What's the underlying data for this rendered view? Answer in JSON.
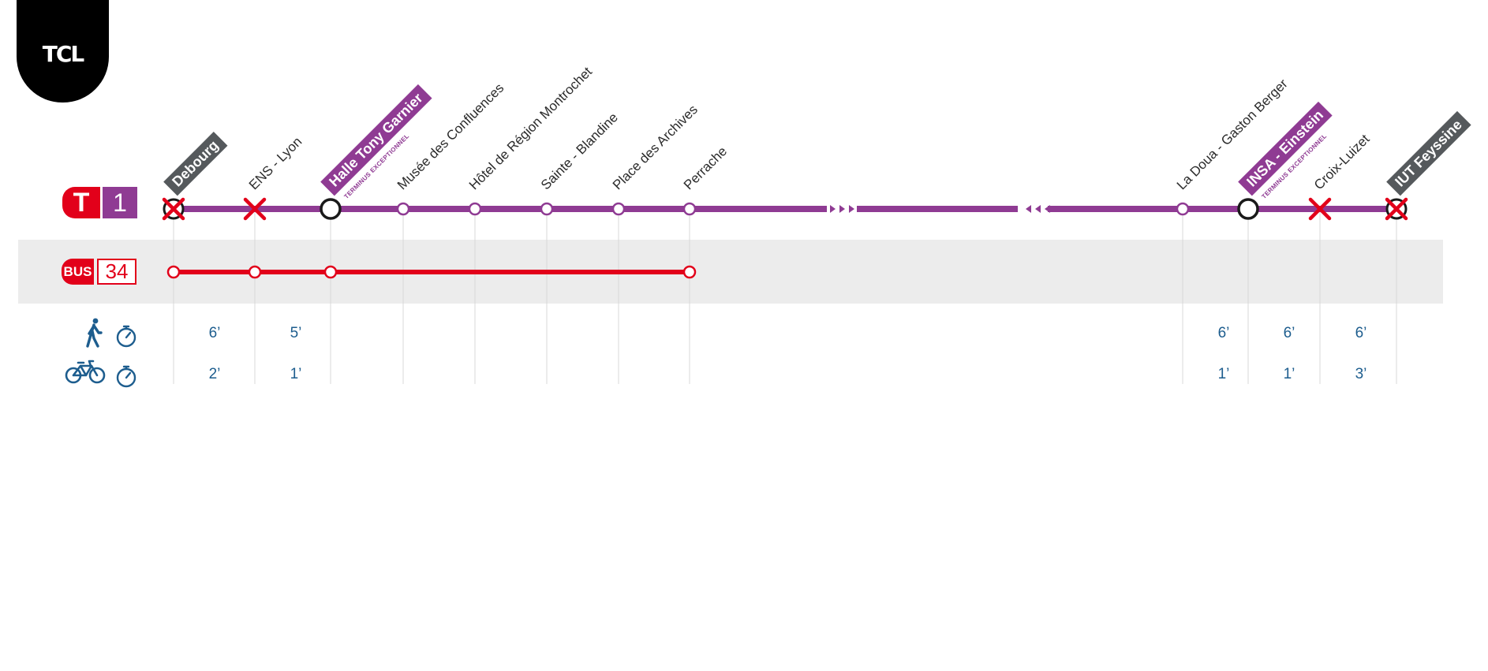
{
  "logo": {
    "text": "TCL"
  },
  "lines": {
    "tram": {
      "mode": "T",
      "number": "1",
      "mode_color": "#e2001a",
      "color": "#8f3b93"
    },
    "bus": {
      "mode": "BUS",
      "number": "34",
      "color": "#e2001a"
    }
  },
  "stations": [
    {
      "name": "Debourg",
      "style": "grey-box",
      "tram_stop": "cancelled-terminus",
      "bus_stop": true,
      "walk": "6’",
      "bike": "2’"
    },
    {
      "name": "ENS - Lyon",
      "style": "plain",
      "tram_stop": "cancelled",
      "bus_stop": true,
      "walk": "5’",
      "bike": "1’"
    },
    {
      "name": "Halle Tony Garnier",
      "subtitle": "TERMINUS EXCEPTIONNEL",
      "style": "purple-box",
      "tram_stop": "terminus",
      "bus_stop": true,
      "walk": "",
      "bike": ""
    },
    {
      "name": "Musée des Confluences",
      "style": "plain",
      "tram_stop": "stop",
      "bus_stop": false,
      "walk": "",
      "bike": ""
    },
    {
      "name": "Hôtel de Région Montrochet",
      "style": "plain",
      "tram_stop": "stop",
      "bus_stop": false,
      "walk": "",
      "bike": ""
    },
    {
      "name": "Sainte - Blandine",
      "style": "plain",
      "tram_stop": "stop",
      "bus_stop": false,
      "walk": "",
      "bike": ""
    },
    {
      "name": "Place des Archives",
      "style": "plain",
      "tram_stop": "stop",
      "bus_stop": false,
      "walk": "",
      "bike": ""
    },
    {
      "name": "Perrache",
      "style": "plain",
      "tram_stop": "stop",
      "bus_stop": true,
      "walk": "",
      "bike": ""
    },
    {
      "name": "La Doua - Gaston Berger",
      "style": "plain",
      "tram_stop": "stop",
      "bus_stop": false,
      "walk": "6’",
      "bike": "1’"
    },
    {
      "name": "INSA - Einstein",
      "subtitle": "TERMINUS EXCEPTIONNEL",
      "style": "purple-box",
      "tram_stop": "terminus",
      "bus_stop": false,
      "walk": "6’",
      "bike": "1’"
    },
    {
      "name": "Croix-Luizet",
      "style": "plain",
      "tram_stop": "cancelled",
      "bus_stop": false,
      "walk": "6’",
      "bike": "3’"
    },
    {
      "name": "IUT Feyssine",
      "style": "grey-box",
      "tram_stop": "cancelled-terminus",
      "bus_stop": false,
      "walk": "",
      "bike": ""
    }
  ],
  "icons": {
    "walk": "pedestrian-icon",
    "bike": "bicycle-icon",
    "timer": "stopwatch-icon"
  },
  "colors": {
    "time_text": "#1d5d8e",
    "cross": "#e2001a",
    "band": "#ececec"
  }
}
